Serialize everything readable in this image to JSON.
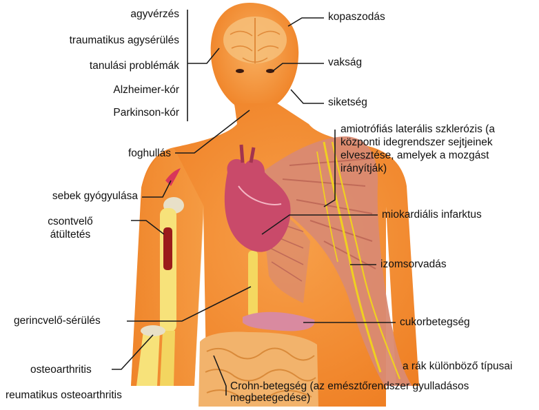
{
  "labels": {
    "agyverzes": "agyvérzés",
    "traumatikus": "traumatikus agysérülés",
    "tanulasi": "tanulási problémák",
    "alzheimer": "Alzheimer-kór",
    "parkinson": "Parkinson-kór",
    "foghullas": "foghullás",
    "sebek": "sebek gyógyulása",
    "csontvelo": "csontvelő átültetés",
    "gerincvelo": "gerincvelő-sérülés",
    "osteoarthritis": "osteoarthritis",
    "reumatikus": "reumatikus osteoarthritis",
    "kopaszodas": "kopaszodás",
    "vaksag": "vakság",
    "siketseg": "siketség",
    "als": "amiotrófiás laterális szklerózis (a központi idegrendszer sejtjeinek elvesztése, amelyek a mozgást irányítják)",
    "miokardialis": "miokardiális infarktus",
    "izomsorvadas": "izomsorvadás",
    "cukorbetegseg": "cukorbetegség",
    "rak": "a rák különböző típusai",
    "crohn": "Crohn-betegség (az emésztőrendszer gyulladásos megbetegedése)"
  },
  "colors": {
    "body": "#f28a2e",
    "body_light": "#f6a24a",
    "bone": "#f7e27a",
    "marrow": "#9b1b1b",
    "muscle": "#d9876f",
    "nerve": "#f0d020",
    "heart": "#c94a6a",
    "line": "#1a1a1a"
  }
}
